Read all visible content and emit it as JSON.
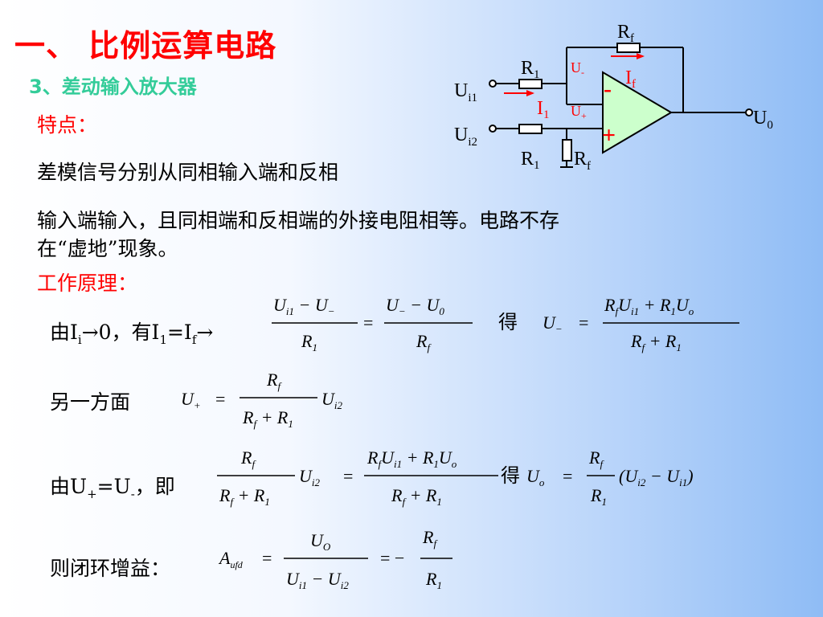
{
  "title": "一、 比例运算电路",
  "subtitle": "3、差动输入放大器",
  "features": {
    "label": "特点：",
    "lines": [
      "差模信号分别从同相输入端和反相",
      "输入端输入，且同相端和反相端的外接电阻相等。电路不存",
      "在“虚地”现象。"
    ]
  },
  "principle": {
    "label": "工作原理："
  },
  "circuit": {
    "Rf_top": "R",
    "Rf_top_sub": "f",
    "R1_top": "R",
    "R1_top_sub": "1",
    "U_minus": "U",
    "U_minus_sub": "-",
    "If": "I",
    "If_sub": "f",
    "Ui1": "U",
    "Ui1_sub": "i1",
    "I1": "I",
    "I1_sub": "1",
    "U_plus": "U",
    "U_plus_sub": "+",
    "U0": "U",
    "U0_sub": "0",
    "Ui2": "U",
    "Ui2_sub": "i2",
    "R1_bottom": "R",
    "R1_bottom_sub": "1",
    "Rf_bottom": "R",
    "Rf_bottom_sub": "f",
    "minus_sign": "-",
    "plus_sign": "+"
  },
  "eq1": {
    "prefix_a": "由I",
    "prefix_a_sub": "i",
    "prefix_b": "→0，有I",
    "prefix_b_sub": "1",
    "prefix_c": "=I",
    "prefix_c_sub": "f",
    "prefix_d": "→",
    "frac1_num": "U",
    "frac1_num_s1": "i1",
    "frac1_num_op": " − U",
    "frac1_num_s2": "−",
    "frac1_den": "R",
    "frac1_den_s": "1",
    "eq": "=",
    "frac2_num": "U",
    "frac2_num_s1": "−",
    "frac2_num_op": " − U",
    "frac2_num_s2": "0",
    "frac2_den": "R",
    "frac2_den_s": "f",
    "de": "得",
    "lhs": "U",
    "lhs_s": "−",
    "eq2": "=",
    "frac3_num_a": "R",
    "frac3_num_a_s": "f",
    "frac3_num_b": "U",
    "frac3_num_b_s": "i1",
    "frac3_num_op": " + R",
    "frac3_num_c_s": "1",
    "frac3_num_d": "U",
    "frac3_num_d_s": "o",
    "frac3_den_a": "R",
    "frac3_den_a_s": "f",
    "frac3_den_op": " + R",
    "frac3_den_b_s": "1"
  },
  "eq2": {
    "prefix": "另一方面",
    "lhs": "U",
    "lhs_s": "+",
    "eq": "=",
    "num": "R",
    "num_s": "f",
    "den_a": "R",
    "den_a_s": "f",
    "den_op": " + R",
    "den_b_s": "1",
    "tail": "U",
    "tail_s": "i2"
  },
  "eq3": {
    "prefix_a": "由U",
    "prefix_a_sub": "+",
    "prefix_b": "=U",
    "prefix_b_sub": "-",
    "prefix_c": "，即",
    "f1_num": "R",
    "f1_num_s": "f",
    "f1_den_a": "R",
    "f1_den_a_s": "f",
    "f1_den_op": " + R",
    "f1_den_b_s": "1",
    "f1_tail": "U",
    "f1_tail_s": "i2",
    "eq": "=",
    "f2_num_a": "R",
    "f2_num_a_s": "f",
    "f2_num_b": "U",
    "f2_num_b_s": "i1",
    "f2_num_op": " + R",
    "f2_num_c_s": "1",
    "f2_num_d": "U",
    "f2_num_d_s": "o",
    "f2_den_a": "R",
    "f2_den_a_s": "f",
    "f2_den_op": " + R",
    "f2_den_b_s": "1",
    "de": "得",
    "res": "U",
    "res_s": "o",
    "eq2": "=",
    "f3_num": "R",
    "f3_num_s": "f",
    "f3_den": "R",
    "f3_den_s": "1",
    "paren_a": "(U",
    "paren_a_s": "i2",
    "paren_op": " − U",
    "paren_b_s": "i1",
    "paren_close": ")"
  },
  "eq4": {
    "prefix": "则闭环增益：",
    "lhs": "A",
    "lhs_s": "ufd",
    "eq": "=",
    "num": "U",
    "num_s": "O",
    "den_a": "U",
    "den_a_s": "i1",
    "den_op": " − U",
    "den_b_s": "i2",
    "eq2": "= −",
    "f2_num": "R",
    "f2_num_s": "f",
    "f2_den": "R",
    "f2_den_s": "1"
  }
}
